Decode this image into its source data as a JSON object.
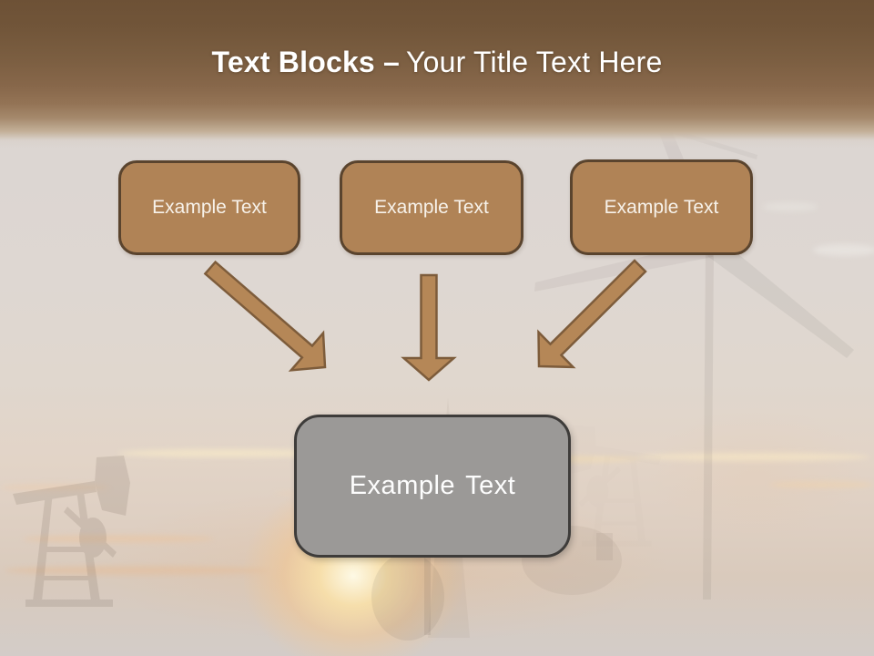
{
  "title": {
    "bold": "Text Blocks –",
    "regular": "Your Title Text Here"
  },
  "blocks": [
    {
      "label": "Example Text"
    },
    {
      "label": "Example Text"
    },
    {
      "label": "Example Text"
    }
  ],
  "result": {
    "label": "Example Text"
  },
  "background": {
    "scene": "faded sunset photo with oil pumpjacks and a wind turbine"
  },
  "theme": {
    "header_top": "#6d5136",
    "header_mid": "#87674a",
    "title_color": "#ffffff",
    "block_fill": "#b08356",
    "block_border": "#5a442e",
    "block_text": "#f7f2ea",
    "arrow_fill": "#b58757",
    "arrow_border": "#7d5c3b",
    "result_fill": "#9b9997",
    "result_border": "#3e3c3a",
    "result_text": "#fdfdfd",
    "background_base": "#dcd6d2",
    "sunset_glow": "#fde4a8"
  }
}
